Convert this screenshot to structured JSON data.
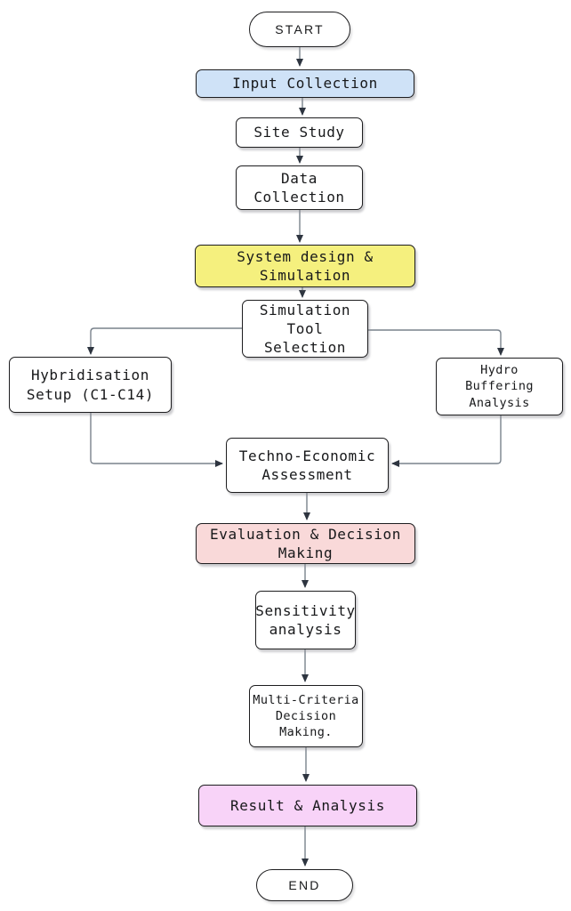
{
  "diagram": {
    "type": "flowchart",
    "colors": {
      "input_fill": "#cfe2f7",
      "system_fill": "#f5f07e",
      "evaluation_fill": "#f9d9d9",
      "result_fill": "#f8d3f8",
      "white_fill": "#ffffff",
      "border": "#1d1d1f",
      "connector_line": "#79828c",
      "arrowhead": "#2e3540"
    },
    "nodes": {
      "start": {
        "label": "START",
        "shape": "terminator",
        "fill": "#ffffff"
      },
      "input": {
        "label": "Input Collection",
        "shape": "process",
        "fill": "#cfe2f7"
      },
      "site": {
        "label": "Site Study",
        "shape": "process",
        "fill": "#ffffff"
      },
      "data": {
        "label": "Data\nCollection",
        "shape": "process",
        "fill": "#ffffff"
      },
      "system": {
        "label": "System design &\nSimulation",
        "shape": "process",
        "fill": "#f5f07e"
      },
      "simtool": {
        "label": "Simulation\nTool\nSelection",
        "shape": "process",
        "fill": "#ffffff"
      },
      "hybrid": {
        "label": "Hybridisation\nSetup (C1-C14)",
        "shape": "process",
        "fill": "#ffffff"
      },
      "hydro": {
        "label": "Hydro\nBuffering\nAnalysis",
        "shape": "process",
        "fill": "#ffffff"
      },
      "techno": {
        "label": "Techno-Economic\nAssessment",
        "shape": "process",
        "fill": "#ffffff"
      },
      "eval": {
        "label": "Evaluation & Decision\nMaking",
        "shape": "process",
        "fill": "#f9d9d9"
      },
      "sens": {
        "label": "Sensitivity\nanalysis",
        "shape": "process",
        "fill": "#ffffff"
      },
      "multi": {
        "label": "Multi-Criteria\nDecision\nMaking.",
        "shape": "process",
        "fill": "#ffffff"
      },
      "result": {
        "label": "Result & Analysis",
        "shape": "process",
        "fill": "#f8d3f8"
      },
      "end": {
        "label": "END",
        "shape": "terminator",
        "fill": "#ffffff"
      }
    },
    "edges": [
      {
        "from": "start",
        "to": "input"
      },
      {
        "from": "input",
        "to": "site"
      },
      {
        "from": "site",
        "to": "data"
      },
      {
        "from": "data",
        "to": "system"
      },
      {
        "from": "system",
        "to": "simtool"
      },
      {
        "from": "simtool",
        "to": "hybrid"
      },
      {
        "from": "simtool",
        "to": "hydro"
      },
      {
        "from": "hybrid",
        "to": "techno"
      },
      {
        "from": "hydro",
        "to": "techno"
      },
      {
        "from": "techno",
        "to": "eval"
      },
      {
        "from": "eval",
        "to": "sens"
      },
      {
        "from": "sens",
        "to": "multi"
      },
      {
        "from": "multi",
        "to": "result"
      },
      {
        "from": "result",
        "to": "end"
      }
    ]
  }
}
